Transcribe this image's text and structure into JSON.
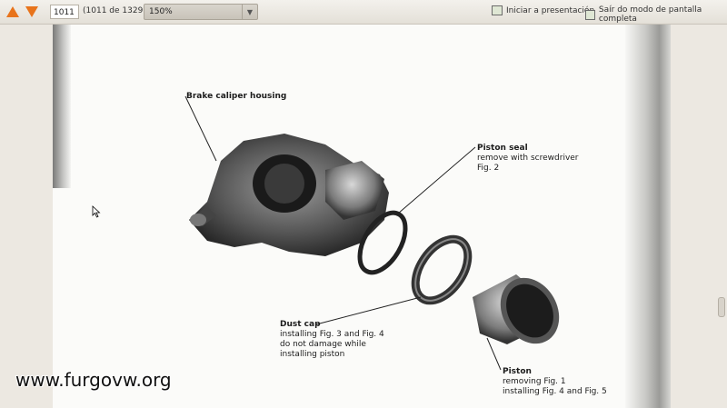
{
  "toolbar": {
    "page_number": "1011",
    "page_count": "(1011 de 1329)",
    "zoom": "150%",
    "presentation_label": "Iniciar a presentación",
    "fullscreen_exit_label": "Saír do modo de pantalla completa",
    "prev_icon": "arrow-up-icon",
    "next_icon": "arrow-down-icon",
    "accent": "#e8741c"
  },
  "document": {
    "labels": {
      "housing": "Brake caliper housing",
      "seal_title": "Piston seal",
      "seal_line1": "remove with screwdriver",
      "seal_line2": "Fig. 2",
      "dust_title": "Dust cap",
      "dust_line1": "installing Fig. 3 and Fig. 4",
      "dust_line2": "do not damage while",
      "dust_line3": "installing piston",
      "piston_title": "Piston",
      "piston_line1": "removing Fig. 1",
      "piston_line2": "installing Fig. 4 and Fig. 5"
    },
    "watermark": "www.furgovw.org"
  }
}
